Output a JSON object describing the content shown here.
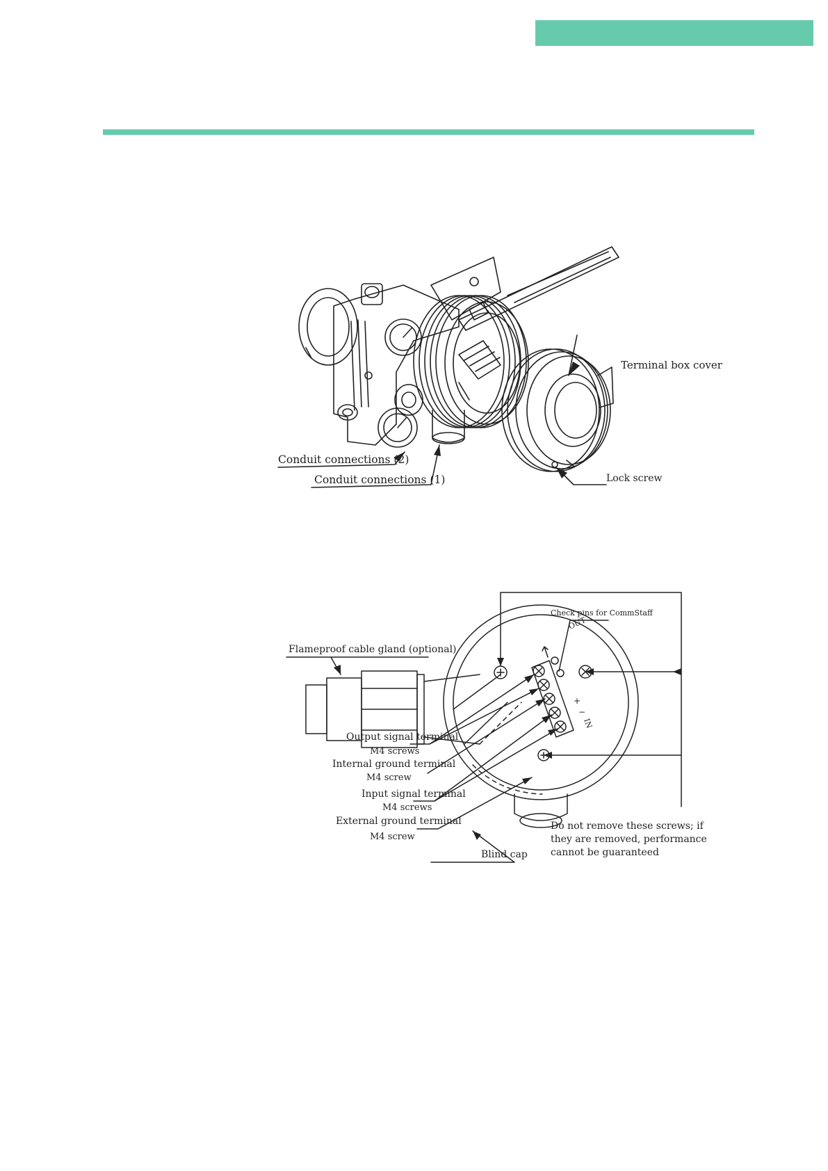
{
  "colors": {
    "accent": "#66cbad"
  },
  "figure1": {
    "labels": {
      "terminal_box_cover": "Terminal box cover",
      "conduit_2": "Conduit connections (2)",
      "conduit_1": "Conduit connections (1)",
      "lock_screw": "Lock screw"
    }
  },
  "figure2": {
    "labels": {
      "check_pins": "Check pins for CommStaff",
      "cable_gland": "Flameproof cable gland (optional)",
      "output_terminal": "Output signal terminal",
      "output_screws": "M4 screws",
      "internal_ground": "Internal ground terminal",
      "internal_screw": "M4 screw",
      "input_terminal": "Input signal terminal",
      "input_screws": "M4 screws",
      "external_ground": "External ground terminal",
      "external_screw": "M4 screw",
      "blind_cap": "Blind cap",
      "warning_line1": "Do not remove these screws; if",
      "warning_line2": "they are removed, performance",
      "warning_line3": "cannot be guaranteed",
      "out_mark": "OUT",
      "in_mark": "IN",
      "plus_mark": "+",
      "minus_mark": "−"
    }
  }
}
